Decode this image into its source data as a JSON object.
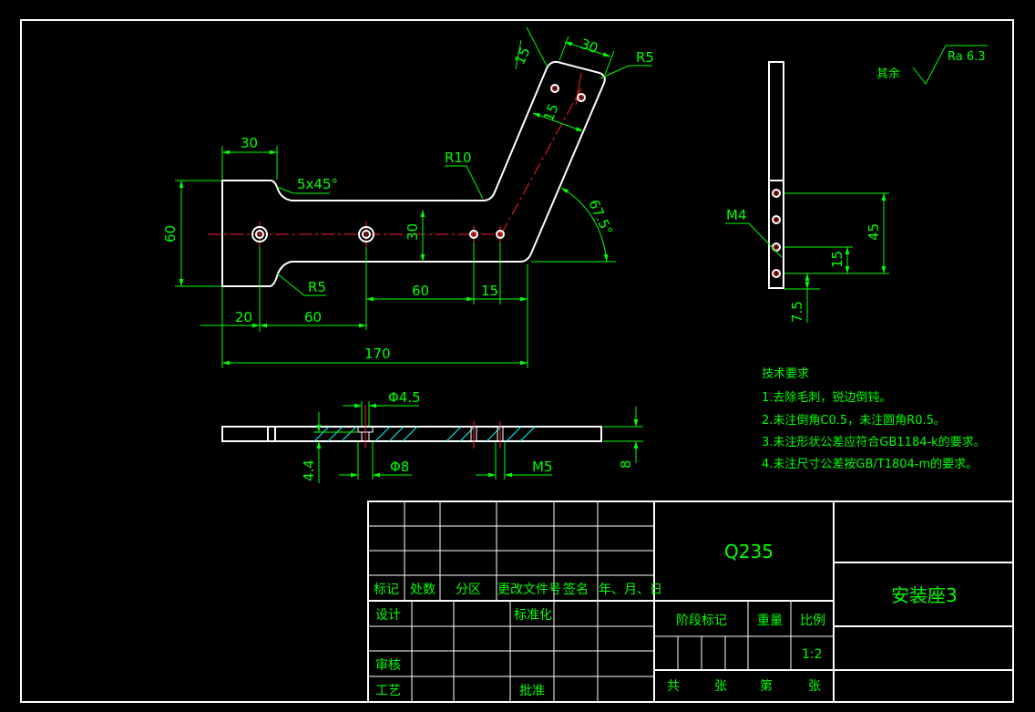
{
  "dimensions": {
    "d30_top": "30",
    "chamfer": "5x45°",
    "d60_height": "60",
    "r5_left": "R5",
    "d30_center": "30",
    "r10": "R10",
    "d15_top": "15",
    "d30_arm": "30",
    "r5_top": "R5",
    "d15_arm": "15",
    "angle": "67.5°",
    "d60_mid": "60",
    "d15_mid": "15",
    "d20": "20",
    "d60_bottom": "60",
    "d170": "170",
    "phi45": "Φ4.5",
    "phi8": "Φ8",
    "m5": "M5",
    "d44": "4.4",
    "d8": "8",
    "m4": "M4",
    "d45": "45",
    "d15_side": "15",
    "d75": "7.5"
  },
  "surface_finish": {
    "prefix": "其余",
    "ra": "Ra 6.3"
  },
  "tech_requirements": {
    "heading": "技术要求",
    "items": [
      "1.去除毛刺，锐边倒钝。",
      "2.未注倒角C0.5，未注圆角R0.5。",
      "3.未注形状公差应符合GB1184-k的要求。",
      "4.未注尺寸公差按GB/T1804-m的要求。"
    ]
  },
  "title_block": {
    "material": "Q235",
    "part_name": "安装座3",
    "rev_headers": [
      "标记",
      "处数",
      "分区",
      "更改文件号",
      "签名",
      "年、月、日"
    ],
    "design": "设计",
    "standardize": "标准化",
    "review": "审核",
    "process": "工艺",
    "approve": "批准",
    "stage_mark": "阶段标记",
    "weight": "重量",
    "scale_label": "比例",
    "scale_value": "1:2",
    "sheet_total": "共",
    "sheet_unit": "张",
    "sheet_index": "第",
    "sheet_unit2": "张"
  }
}
